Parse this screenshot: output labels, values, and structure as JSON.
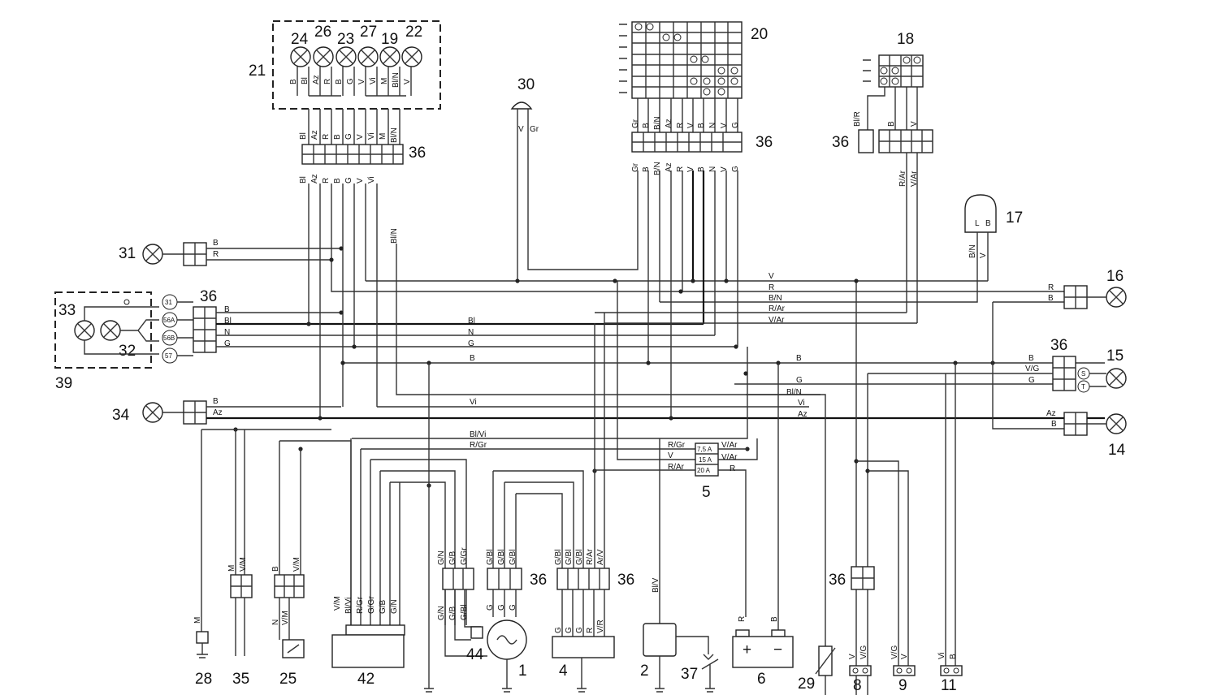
{
  "components": {
    "c1": "1",
    "c2": "2",
    "c4": "4",
    "c5": "5",
    "c6": "6",
    "c8": "8",
    "c9": "9",
    "c11": "11",
    "c14": "14",
    "c15": "15",
    "c16": "16",
    "c17": "17",
    "c18": "18",
    "c19": "19",
    "c20": "20",
    "c21": "21",
    "c22": "22",
    "c23": "23",
    "c24": "24",
    "c25": "25",
    "c26": "26",
    "c27": "27",
    "c28": "28",
    "c29": "29",
    "c30": "30",
    "c31": "31",
    "c32": "32",
    "c33": "33",
    "c34": "34",
    "c35": "35",
    "c37": "37",
    "c39": "39",
    "c42": "42",
    "c44": "44",
    "connector": "36"
  },
  "wire_colors": {
    "B": "B",
    "Bl": "Bl",
    "Az": "Az",
    "R": "R",
    "G": "G",
    "V": "V",
    "Vi": "Vi",
    "M": "M",
    "N": "N",
    "Gr": "Gr",
    "BlN": "Bl/N",
    "BN": "B/N",
    "RAr": "R/Ar",
    "VAr": "V/Ar",
    "BlVi": "Bl/Vi",
    "RGr": "R/Gr",
    "VM": "V/M",
    "GGr": "G/Gr",
    "GN": "G/N",
    "GB": "G/B",
    "GBl": "G/Bl",
    "ArV": "Ar/V",
    "VR": "V/R",
    "BlR": "Bl/R",
    "BlV": "Bl/V",
    "VG": "V/G",
    "Vslash": "V/G"
  },
  "fuses": [
    "7,5 A",
    "15 A",
    "20 A"
  ],
  "terminals": {
    "t31": "31",
    "t56a": "56A",
    "t56b": "56B",
    "t57": "57",
    "S": "S",
    "T": "T",
    "L": "L",
    "Bterm": "B",
    "plus": "+",
    "minus": "−"
  }
}
